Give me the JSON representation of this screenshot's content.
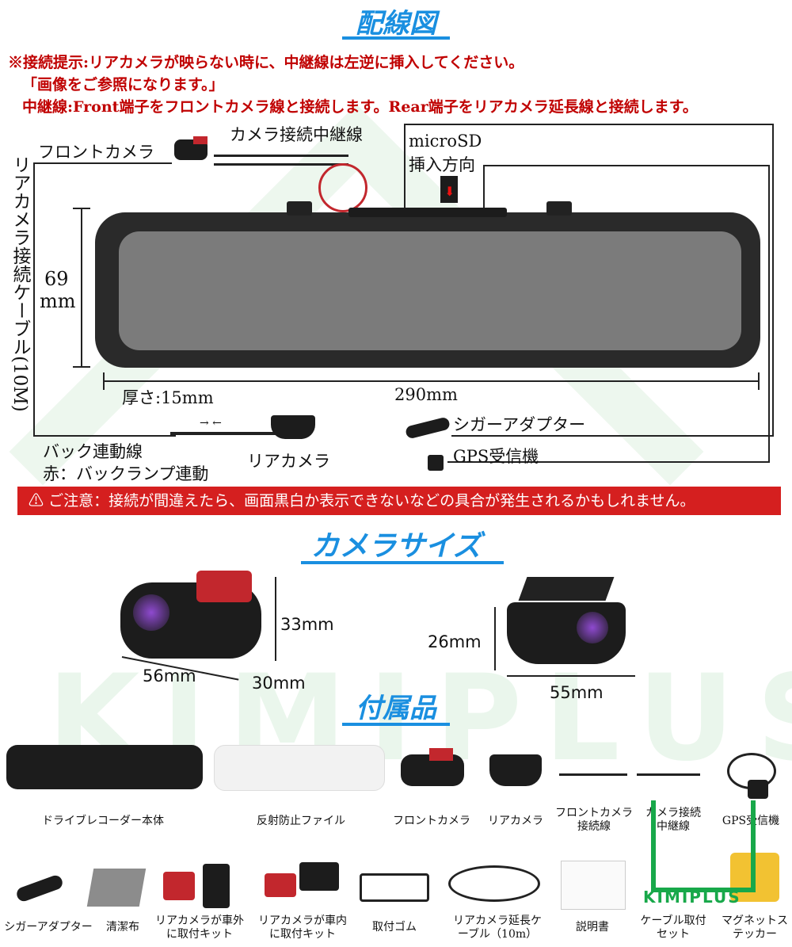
{
  "titles": {
    "wiring": "配線図",
    "camera_size": "カメラサイズ",
    "accessories": "付属品"
  },
  "notice": {
    "line1": "※接続提示:リアカメラが映らない時に、中継線は左逆に挿入してください。",
    "line2": "「画像をご参照になります。」",
    "line3": "中継線:Front端子をフロントカメラ線と接続します。Rear端子をリアカメラ延長線と接続します。"
  },
  "diagram": {
    "front_camera": "フロントカメラ",
    "relay_cable": "カメラ接続中継線",
    "microsd_1": "microSD",
    "microsd_2": "挿入方向",
    "rear_cable": "リアカメラ接続ケーブル(10M)",
    "height_value": "69",
    "height_unit": "mm",
    "thickness": "厚さ:15mm",
    "width": "290mm",
    "back_link_1": "バック連動線",
    "back_link_2": "赤：バックランプ連動",
    "rear_camera": "リアカメラ",
    "cigar_adapter": "シガーアダプター",
    "gps": "GPS受信機"
  },
  "warning": "ご注意：接続が間違えたら、画面黒白か表示できないなどの具合が発生されるかもしれません。",
  "camera_size": {
    "front_length": "56mm",
    "front_height": "33mm",
    "front_depth": "30mm",
    "rear_height": "26mm",
    "rear_width": "55mm"
  },
  "accessories_row1": [
    "ドライブレコーダー本体",
    "反射防止ファイル",
    "フロントカメラ",
    "リアカメラ",
    "フロントカメラ接続線",
    "カメラ接続中継線",
    "GPS受信機"
  ],
  "accessories_row2": [
    "シガーアダプター",
    "清潔布",
    "リアカメラが車外に取付キット",
    "リアカメラが車内に取付キット",
    "取付ゴム",
    "リアカメラ延長ケーブル（10m）",
    "説明書",
    "ケーブル取付セット",
    "マグネットステッカー"
  ],
  "brand": "KIMIPLUS",
  "colors": {
    "accent": "#1a8fe0",
    "notice": "#c00000",
    "warning_bg": "#d51f1f"
  }
}
